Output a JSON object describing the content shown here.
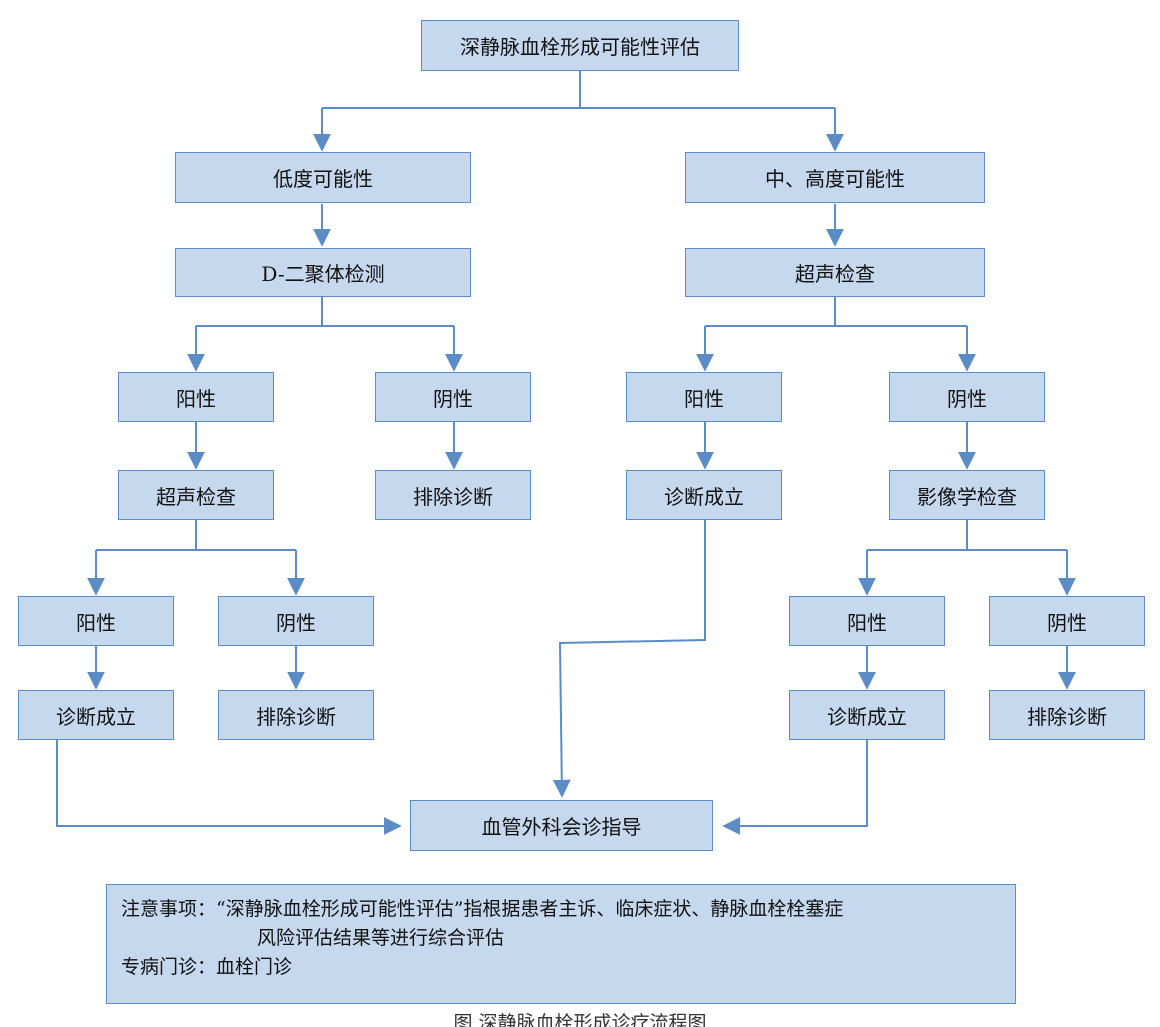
{
  "nodes": {
    "root": "深静脉血栓形成可能性评估",
    "low": "低度可能性",
    "midhigh": "中、高度可能性",
    "ddimer": "D-二聚体检测",
    "us_right": "超声检查",
    "l_pos": "阳性",
    "l_neg": "阴性",
    "r_pos": "阳性",
    "r_neg": "阴性",
    "us_left": "超声检查",
    "l_exclude": "排除诊断",
    "r_confirm": "诊断成立",
    "imaging": "影像学检查",
    "ll_pos": "阳性",
    "ll_neg": "阴性",
    "rr_pos": "阳性",
    "rr_neg": "阴性",
    "ll_confirm": "诊断成立",
    "ll_exclude": "排除诊断",
    "rr_confirm": "诊断成立",
    "rr_exclude": "排除诊断",
    "consult": "血管外科会诊指导"
  },
  "note": {
    "line1": "注意事项：“深静脉血栓形成可能性评估”指根据患者主诉、临床症状、静脉血栓栓塞症",
    "line2": "风险评估结果等进行综合评估",
    "line3": "专病门诊：血栓门诊"
  },
  "caption": "图  深静脉血栓形成诊疗流程图",
  "colors": {
    "box_fill": "#c6d8ee",
    "box_border": "#5b8cc5",
    "connector": "#5b8cc5"
  }
}
